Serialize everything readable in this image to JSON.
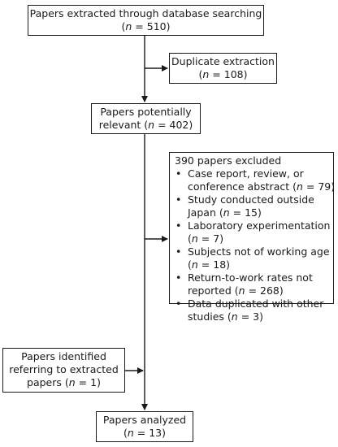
{
  "flowchart": {
    "extracted": {
      "line1": "Papers extracted through database searching",
      "line2_pre": "(",
      "line2_n": "n",
      "line2_post": " = 510)"
    },
    "duplicate": {
      "line1": "Duplicate extraction",
      "line2_pre": "(",
      "line2_n": "n",
      "line2_post": " = 108)"
    },
    "relevant": {
      "line1": "Papers potentially",
      "line2_pre": "relevant (",
      "line2_n": "n",
      "line2_post": " = 402)"
    },
    "excluded": {
      "header": "390 papers excluded",
      "bullet": "•",
      "items": [
        {
          "line1": "Case report, review, or",
          "line2_pre": "conference abstract (",
          "line2_n": "n",
          "line2_post": " = 79)"
        },
        {
          "line1": "Study conducted outside",
          "line2_pre": "Japan (",
          "line2_n": "n",
          "line2_post": " = 15)"
        },
        {
          "line1": "Laboratory experimentation",
          "line2_pre": "(",
          "line2_n": "n",
          "line2_post": " = 7)"
        },
        {
          "line1": "Subjects not of working age",
          "line2_pre": "(",
          "line2_n": "n",
          "line2_post": " = 18)"
        },
        {
          "line1": "Return-to-work rates not",
          "line2_pre": "reported (",
          "line2_n": "n",
          "line2_post": " = 268)"
        },
        {
          "line1": "Data duplicated with other",
          "line2_pre": "studies (",
          "line2_n": "n",
          "line2_post": " = 3)"
        }
      ]
    },
    "identified": {
      "line1": "Papers identified",
      "line2": "referring to extracted",
      "line3_pre": "papers (",
      "line3_n": "n",
      "line3_post": " = 1)"
    },
    "analyzed": {
      "line1": "Papers analyzed",
      "line2_pre": "(",
      "line2_n": "n",
      "line2_post": " = 13)"
    }
  }
}
